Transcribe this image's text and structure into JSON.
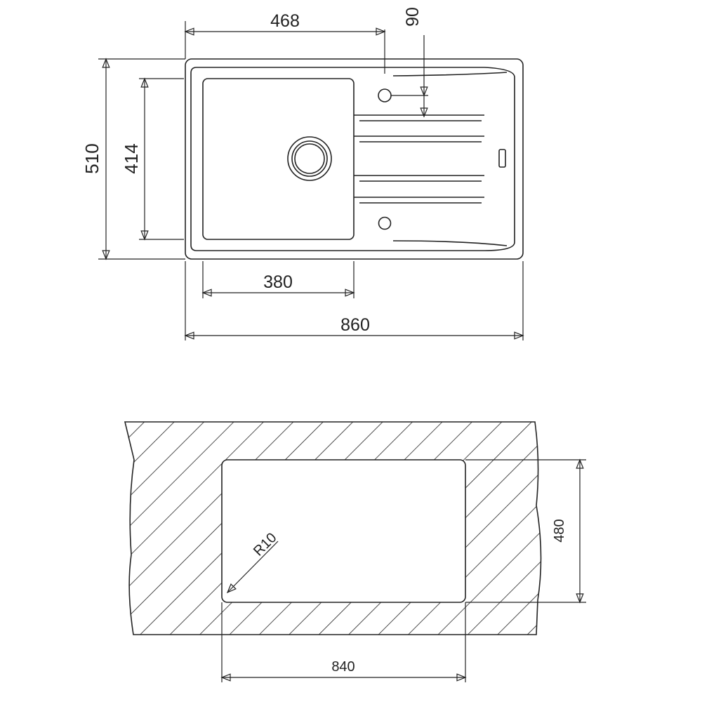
{
  "top_view": {
    "dim_overall_width": "860",
    "dim_bowl_to_tap": "468",
    "dim_tap_offset": "90",
    "dim_overall_depth": "510",
    "dim_bowl_depth": "414",
    "dim_bowl_width": "380"
  },
  "cutout_view": {
    "dim_cutout_width": "840",
    "dim_cutout_depth": "480",
    "dim_corner_radius": "R10"
  },
  "colors": {
    "line": "#222222",
    "background": "#ffffff"
  }
}
